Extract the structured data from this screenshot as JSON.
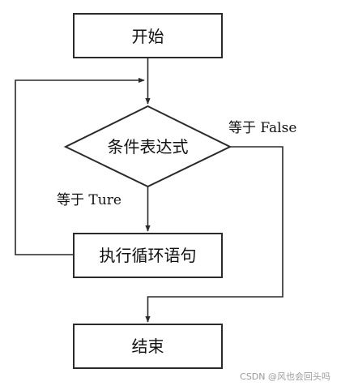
{
  "nodes": {
    "start": "开始",
    "condition": "条件表达式",
    "loop_body": "执行循环语句",
    "end": "结束"
  },
  "edges": {
    "false_label": "等于 False",
    "true_label": "等于 Ture"
  },
  "watermark": "CSDN @风也会回头吗",
  "colors": {
    "stroke": "#2a2a2a",
    "text": "#111111",
    "background": "#ffffff"
  }
}
